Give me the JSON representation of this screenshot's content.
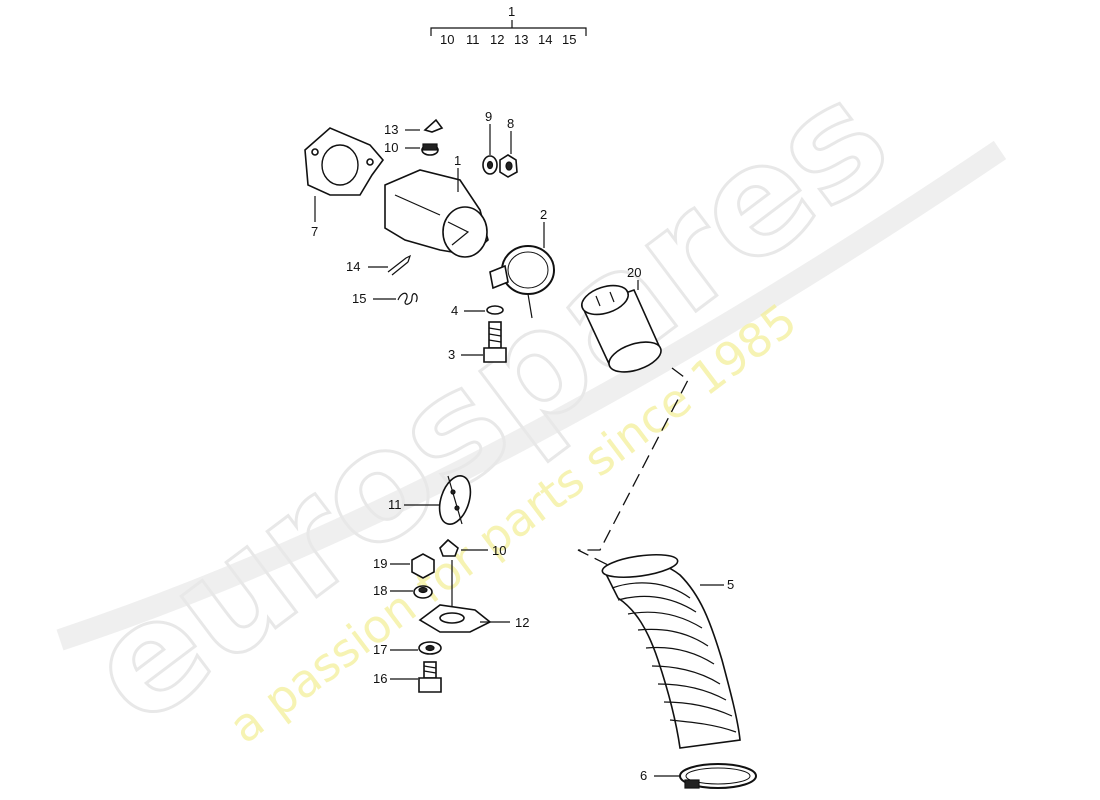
{
  "watermark": {
    "brand": "eurospares",
    "tagline": "a passion for parts since 1985"
  },
  "header": {
    "group_number": "1",
    "group_items": [
      "10",
      "11",
      "12",
      "13",
      "14",
      "15"
    ]
  },
  "callouts": {
    "c1": "1",
    "c2": "2",
    "c3": "3",
    "c4": "4",
    "c5": "5",
    "c6": "6",
    "c7": "7",
    "c8": "8",
    "c9": "9",
    "c10a": "10",
    "c10b": "10",
    "c11": "11",
    "c12": "12",
    "c13": "13",
    "c14": "14",
    "c15": "15",
    "c16": "16",
    "c17": "17",
    "c18": "18",
    "c19": "19",
    "c20": "20"
  }
}
